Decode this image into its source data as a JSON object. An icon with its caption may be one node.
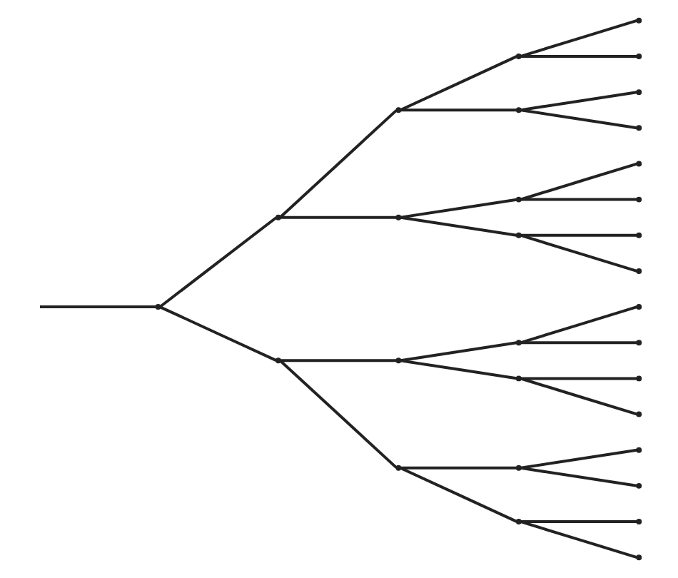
{
  "diagram": {
    "nodes": [
      {
        "text": [],
        "shape": "point"
      },
      {
        "text": [],
        "shape": "point"
      },
      {
        "text": [],
        "shape": "point"
      },
      {
        "text": [],
        "shape": "point"
      },
      {
        "text": [],
        "shape": "point"
      },
      {
        "text": [],
        "shape": "point"
      },
      {
        "text": [],
        "shape": "point"
      },
      {
        "text": [],
        "shape": "point"
      },
      {
        "text": [],
        "shape": "point"
      },
      {
        "text": [],
        "shape": "point"
      },
      {
        "text": [],
        "shape": "point"
      },
      {
        "text": [],
        "shape": "point"
      },
      {
        "text": [],
        "shape": "point"
      },
      {
        "text": [],
        "shape": "point"
      },
      {
        "text": [],
        "shape": "point"
      },
      {
        "text": [],
        "shape": "point"
      },
      {
        "text": [],
        "shape": "point"
      },
      {
        "text": [],
        "shape": "point"
      },
      {
        "text": [],
        "shape": "point"
      },
      {
        "text": [],
        "shape": "point"
      },
      {
        "text": [],
        "shape": "point"
      },
      {
        "text": [],
        "shape": "point"
      },
      {
        "text": [],
        "shape": "point"
      },
      {
        "text": [],
        "shape": "point"
      },
      {
        "text": [],
        "shape": "point"
      },
      {
        "text": [],
        "shape": "point"
      },
      {
        "text": [],
        "shape": "point"
      },
      {
        "text": [],
        "shape": "point"
      },
      {
        "text": [],
        "shape": "point"
      },
      {
        "text": [],
        "shape": "point"
      },
      {
        "text": [],
        "shape": "point"
      }
    ],
    "edges": [
      {
        "from": null,
        "to": 0,
        "arrow": "none"
      },
      {
        "from": 0,
        "to": 1,
        "arrow": "none"
      },
      {
        "from": 0,
        "to": 2,
        "arrow": "none"
      },
      {
        "from": 1,
        "to": 3,
        "arrow": "none"
      },
      {
        "from": 1,
        "to": 4,
        "arrow": "none"
      },
      {
        "from": 2,
        "to": 5,
        "arrow": "none"
      },
      {
        "from": 2,
        "to": 6,
        "arrow": "none"
      },
      {
        "from": 3,
        "to": 7,
        "arrow": "none"
      },
      {
        "from": 3,
        "to": 8,
        "arrow": "none"
      },
      {
        "from": 4,
        "to": 9,
        "arrow": "none"
      },
      {
        "from": 4,
        "to": 10,
        "arrow": "none"
      },
      {
        "from": 5,
        "to": 11,
        "arrow": "none"
      },
      {
        "from": 5,
        "to": 12,
        "arrow": "none"
      },
      {
        "from": 6,
        "to": 13,
        "arrow": "none"
      },
      {
        "from": 6,
        "to": 14,
        "arrow": "none"
      },
      {
        "from": 7,
        "to": 15,
        "arrow": "none"
      },
      {
        "from": 7,
        "to": 16,
        "arrow": "none"
      },
      {
        "from": 8,
        "to": 17,
        "arrow": "none"
      },
      {
        "from": 8,
        "to": 18,
        "arrow": "none"
      },
      {
        "from": 9,
        "to": 19,
        "arrow": "none"
      },
      {
        "from": 9,
        "to": 20,
        "arrow": "none"
      },
      {
        "from": 10,
        "to": 21,
        "arrow": "none"
      },
      {
        "from": 10,
        "to": 22,
        "arrow": "none"
      },
      {
        "from": 11,
        "to": 23,
        "arrow": "none"
      },
      {
        "from": 11,
        "to": 24,
        "arrow": "none"
      },
      {
        "from": 12,
        "to": 25,
        "arrow": "none"
      },
      {
        "from": 12,
        "to": 26,
        "arrow": "none"
      },
      {
        "from": 13,
        "to": 27,
        "arrow": "none"
      },
      {
        "from": 13,
        "to": 28,
        "arrow": "none"
      },
      {
        "from": 14,
        "to": 29,
        "arrow": "none"
      },
      {
        "from": 14,
        "to": 30,
        "arrow": "none"
      }
    ]
  }
}
